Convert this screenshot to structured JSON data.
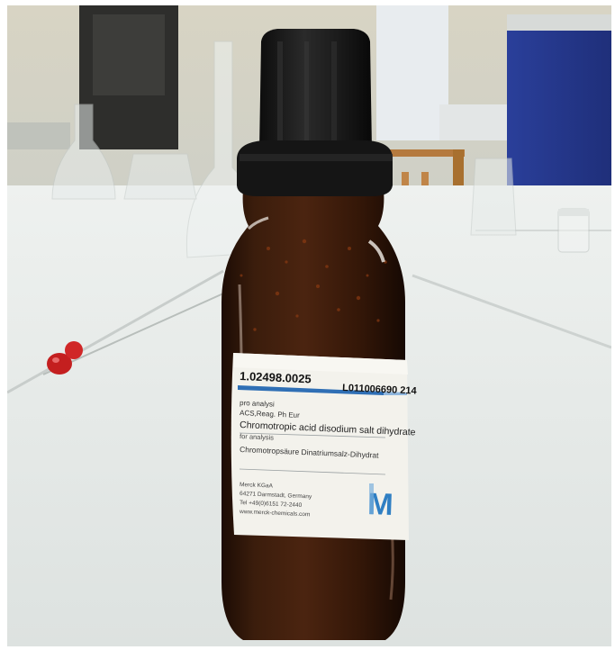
{
  "label": {
    "catalog_number": "1.02498.0025",
    "lot_number": "L011006690 214",
    "grade": "pro analysi",
    "standard": "ACS,Reag. Ph Eur",
    "product_name_en": "Chromotropic acid disodium salt dihydrate",
    "subtitle_en": "for analysis",
    "product_name_de": "Chromotropsäure Dinatriumsalz-Dihydrat",
    "company": "Merck KGaA",
    "address": "64271 Darmstadt, Germany",
    "phone": "Tel +49(0)6151 72-2440",
    "website": "www.merck-chemicals.com",
    "logo_letter": "M"
  },
  "colors": {
    "glass": "#3a1c0c",
    "cap": "#1a1a1a",
    "label_stripe": "#2f6fb5",
    "logo": "#2f7fc3",
    "bench": "#e9ecea",
    "bulb": "#c41f1f"
  }
}
